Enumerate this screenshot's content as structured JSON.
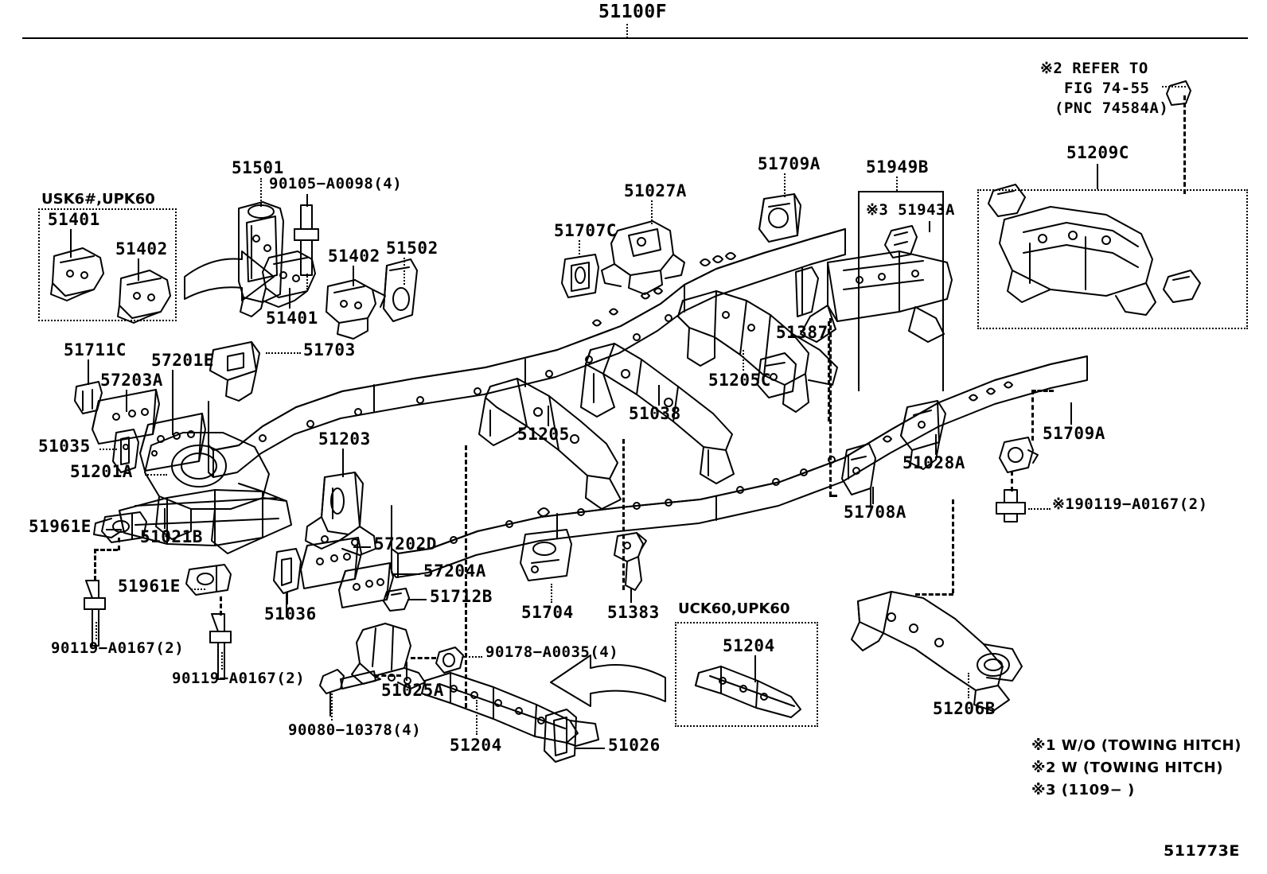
{
  "figure": {
    "top_title": "51100F",
    "figure_id": "511773E"
  },
  "refer_note": {
    "line1": "※2 REFER TO",
    "line2": "FIG 74-55",
    "line3": "(PNC 74584A)"
  },
  "insets": [
    {
      "title": "USK6#,UPK60",
      "parts": [
        "51401",
        "51402"
      ]
    },
    {
      "title": "UCK60,UPK60",
      "parts": [
        "51204"
      ]
    },
    {
      "title": "",
      "parts": [
        "51209C"
      ]
    },
    {
      "title": "51949B",
      "parts": [
        "※3 51943A"
      ]
    }
  ],
  "legend": [
    "※1 W/O (TOWING HITCH)",
    "※2 W (TOWING HITCH)",
    "※3 (1109−      )"
  ],
  "callouts": [
    {
      "id": "c01",
      "text": "51100F"
    },
    {
      "id": "c02",
      "text": "51401"
    },
    {
      "id": "c03",
      "text": "51402"
    },
    {
      "id": "c04",
      "text": "51501"
    },
    {
      "id": "c05",
      "text": "90105−A0098(4)"
    },
    {
      "id": "c06",
      "text": "51402"
    },
    {
      "id": "c07",
      "text": "51502"
    },
    {
      "id": "c08",
      "text": "51401"
    },
    {
      "id": "c09",
      "text": "51707C"
    },
    {
      "id": "c10",
      "text": "51027A"
    },
    {
      "id": "c11",
      "text": "51709A"
    },
    {
      "id": "c12",
      "text": "51949B"
    },
    {
      "id": "c13",
      "text": "※3 51943A"
    },
    {
      "id": "c14",
      "text": "51209C"
    },
    {
      "id": "c15",
      "text": "51711C"
    },
    {
      "id": "c16",
      "text": "57201E"
    },
    {
      "id": "c17",
      "text": "57203A"
    },
    {
      "id": "c18",
      "text": "51703"
    },
    {
      "id": "c19",
      "text": "51035"
    },
    {
      "id": "c20",
      "text": "51201A"
    },
    {
      "id": "c21",
      "text": "51203"
    },
    {
      "id": "c22",
      "text": "51205"
    },
    {
      "id": "c23",
      "text": "51038"
    },
    {
      "id": "c24",
      "text": "51205C"
    },
    {
      "id": "c25",
      "text": "51387"
    },
    {
      "id": "c26",
      "text": "51961E"
    },
    {
      "id": "c27",
      "text": "51021B"
    },
    {
      "id": "c28",
      "text": "51961E"
    },
    {
      "id": "c29",
      "text": "57202D"
    },
    {
      "id": "c30",
      "text": "57204A"
    },
    {
      "id": "c31",
      "text": "51712B"
    },
    {
      "id": "c32",
      "text": "51036"
    },
    {
      "id": "c33",
      "text": "51704"
    },
    {
      "id": "c34",
      "text": "51383"
    },
    {
      "id": "c35",
      "text": "51708A"
    },
    {
      "id": "c36",
      "text": "51028A"
    },
    {
      "id": "c37",
      "text": "51709A"
    },
    {
      "id": "c38",
      "text": "※190119−A0167(2)"
    },
    {
      "id": "c39",
      "text": "90119−A0167(2)"
    },
    {
      "id": "c40",
      "text": "90119−A0167(2)"
    },
    {
      "id": "c41",
      "text": "90080−10378(4)"
    },
    {
      "id": "c42",
      "text": "51025A"
    },
    {
      "id": "c43",
      "text": "90178−A0035(4)"
    },
    {
      "id": "c44",
      "text": "51204"
    },
    {
      "id": "c45",
      "text": "51026"
    },
    {
      "id": "c46",
      "text": "51206B"
    },
    {
      "id": "c47",
      "text": "51204"
    },
    {
      "id": "c48",
      "text": "51209C"
    }
  ],
  "colors": {
    "ink": "#000000",
    "paper": "#ffffff"
  }
}
